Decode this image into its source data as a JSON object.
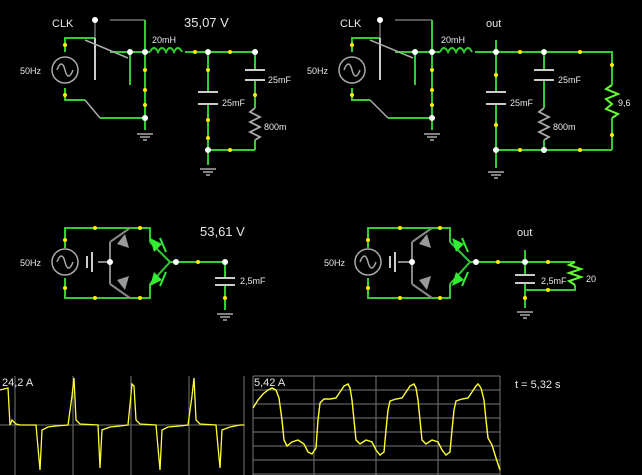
{
  "circuits": [
    {
      "clk_label": "CLK",
      "source_label": "50Hz",
      "inductor_label": "20mH",
      "cap1_label": "25mF",
      "cap2_label": "25mF",
      "resistor_label": "800m",
      "readout": "35,07 V"
    },
    {
      "clk_label": "CLK",
      "source_label": "50Hz",
      "inductor_label": "20mH",
      "cap1_label": "25mF",
      "cap2_label": "25mF",
      "resistor_label": "800m",
      "load_label": "9,6",
      "readout": "out"
    },
    {
      "source_label": "50Hz",
      "cap_label": "2,5mF",
      "readout": "53,61 V"
    },
    {
      "source_label": "50Hz",
      "cap_label": "2,5mF",
      "load_label": "20",
      "readout": "out"
    }
  ],
  "scopes": [
    {
      "value_label": "24,2 A",
      "trace_color": "#ffff33"
    },
    {
      "value_label": "5,42 A",
      "trace_color": "#ffff33"
    }
  ],
  "time_label": "t = 5,32 s",
  "colors": {
    "wire": "#33cc33",
    "wire_bright": "#66ff33",
    "dim": "#888888",
    "node": "#ffffff",
    "dot": "#ffee00"
  }
}
